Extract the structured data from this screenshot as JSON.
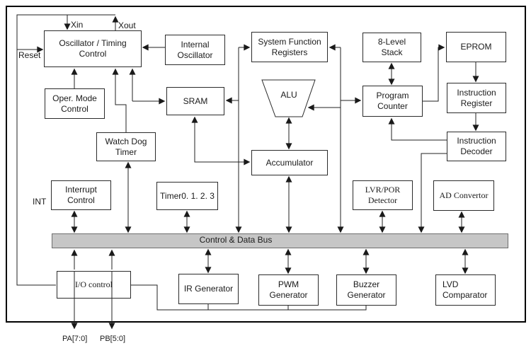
{
  "diagram": {
    "pins": {
      "xin": "Xin",
      "xout": "Xout",
      "reset": "Reset",
      "int": "INT",
      "port_a": "PA[7:0]",
      "port_b": "PB[5:0]"
    },
    "bus": {
      "label": "Control & Data Bus"
    },
    "blocks": {
      "oscillator": "Oscillator / Timing\nControl",
      "internal_oscillator": "Internal\nOscillator",
      "system_function_registers": "System Function\nRegisters",
      "stack": "8-Level\nStack",
      "eprom": "EPROM",
      "oper_mode_control": "Oper. Mode\nControl",
      "sram": "SRAM",
      "alu": "ALU",
      "program_counter": "Program\nCounter",
      "instruction_register": "Instruction\nRegister",
      "watchdog_timer": "Watch Dog\nTimer",
      "accumulator": "Accumulator",
      "instruction_decoder": "Instruction\nDecoder",
      "interrupt_control": "Interrupt\nControl",
      "timers": "Timer0. 1. 2. 3",
      "lvr_por_detector": "LVR/POR\nDetector",
      "ad_convertor": "AD Convertor",
      "io_control": "I/O control",
      "ir_generator": "IR Generator",
      "pwm_generator": "PWM\nGenerator",
      "buzzer_generator": "Buzzer\nGenerator",
      "lvd_comparator": "LVD\nComparator"
    },
    "colors": {
      "background": "#ffffff",
      "bus_fill": "#c6c6c6",
      "line": "#222222",
      "border": "#000000"
    }
  }
}
